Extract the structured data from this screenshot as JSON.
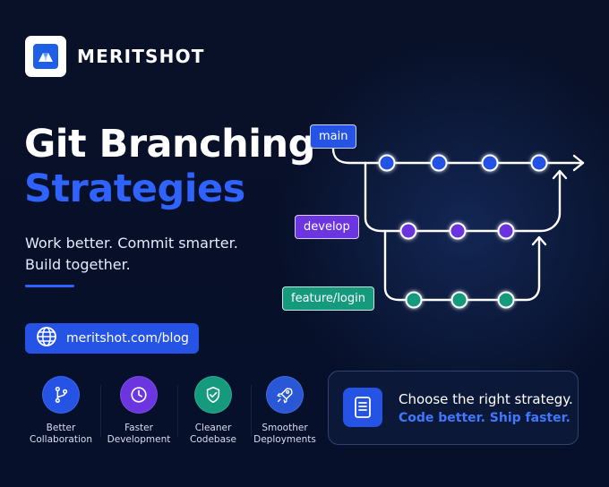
{
  "brand": {
    "name": "MERITSHOT",
    "logo_icon": "meritshot-logo-icon"
  },
  "hero": {
    "title_line1": "Git Branching",
    "title_line2": "Strategies",
    "subtitle_line1": "Work better. Commit smarter.",
    "subtitle_line2": "Build together."
  },
  "blog_link": {
    "text": "meritshot.com/blog",
    "icon": "globe-icon"
  },
  "features": [
    {
      "label_line1": "Better",
      "label_line2": "Collaboration",
      "icon": "branch-icon",
      "color": "#2453e6"
    },
    {
      "label_line1": "Faster",
      "label_line2": "Development",
      "icon": "clock-icon",
      "color": "#6b35df"
    },
    {
      "label_line1": "Cleaner",
      "label_line2": "Codebase",
      "icon": "shield-check-icon",
      "color": "#159a7e"
    },
    {
      "label_line1": "Smoother",
      "label_line2": "Deployments",
      "icon": "rocket-icon",
      "color": "#2a57d8"
    }
  ],
  "callout": {
    "icon": "document-icon",
    "line1": "Choose the right strategy.",
    "line2": "Code better. Ship faster."
  },
  "diagram": {
    "branches": {
      "main": {
        "label": "main",
        "color": "#2453e6"
      },
      "develop": {
        "label": "develop",
        "color": "#6b35df"
      },
      "feature": {
        "label": "feature/login",
        "color": "#159a7e"
      }
    }
  },
  "colors": {
    "background": "#071028",
    "accent_blue": "#2f63ff",
    "text_white": "#ffffff"
  }
}
